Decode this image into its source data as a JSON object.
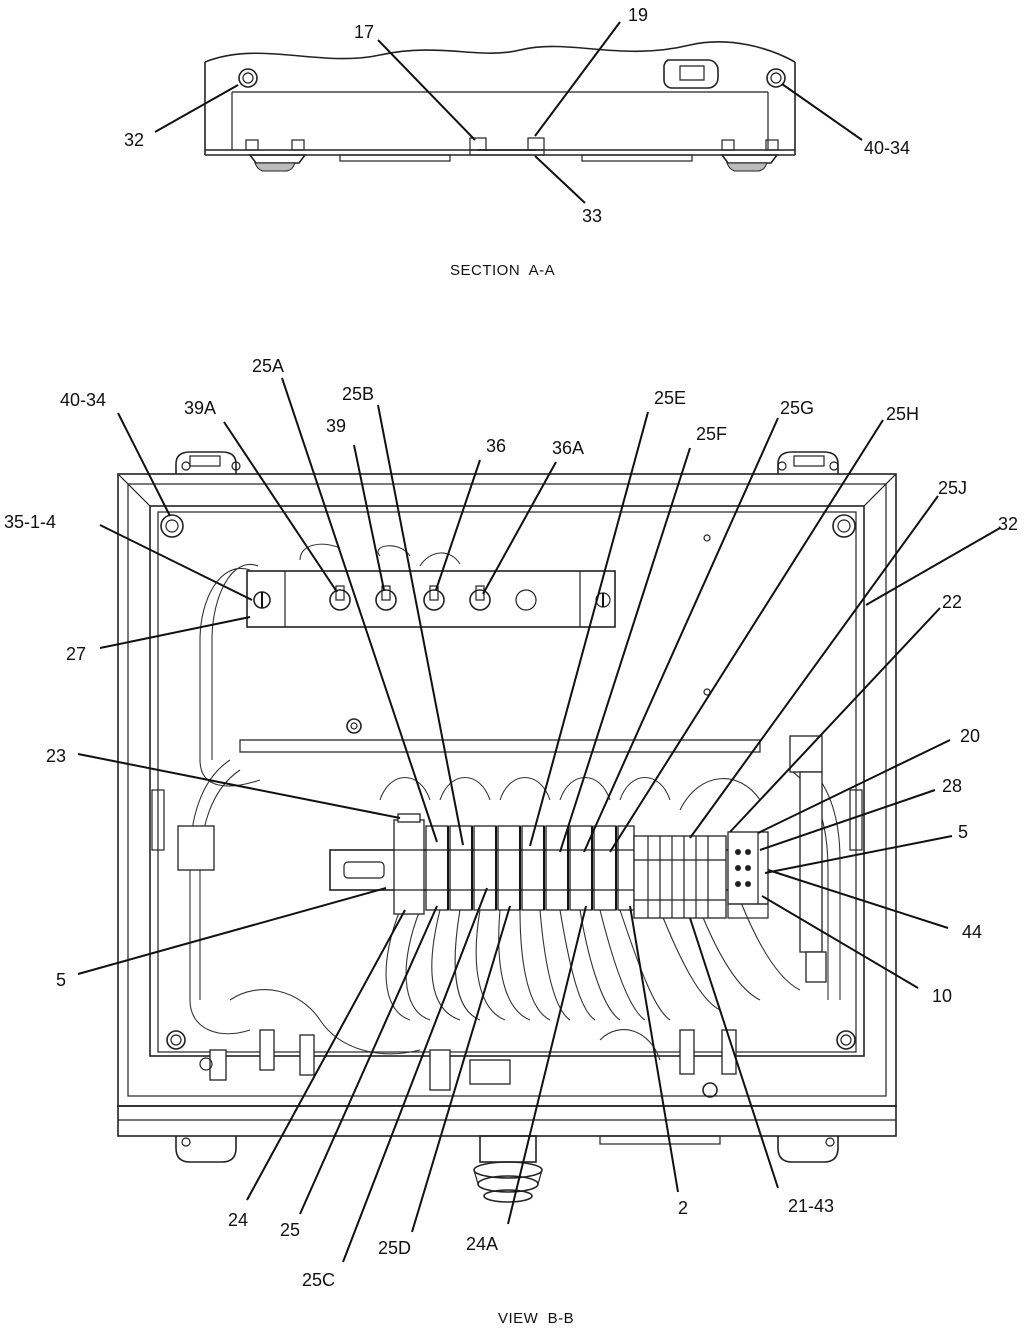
{
  "section_a": {
    "caption": "SECTION  A-A",
    "labels": [
      {
        "id": "sa-17",
        "text": "17"
      },
      {
        "id": "sa-19",
        "text": "19"
      },
      {
        "id": "sa-32",
        "text": "32"
      },
      {
        "id": "sa-40-34",
        "text": "40-34"
      },
      {
        "id": "sa-33",
        "text": "33"
      }
    ]
  },
  "view_b": {
    "caption": "VIEW  B-B",
    "labels": [
      {
        "id": "vb-25A",
        "text": "25A"
      },
      {
        "id": "vb-25B",
        "text": "25B"
      },
      {
        "id": "vb-40-34",
        "text": "40-34"
      },
      {
        "id": "vb-39A",
        "text": "39A"
      },
      {
        "id": "vb-39",
        "text": "39"
      },
      {
        "id": "vb-36",
        "text": "36"
      },
      {
        "id": "vb-36A",
        "text": "36A"
      },
      {
        "id": "vb-25E",
        "text": "25E"
      },
      {
        "id": "vb-25F",
        "text": "25F"
      },
      {
        "id": "vb-25G",
        "text": "25G"
      },
      {
        "id": "vb-25H",
        "text": "25H"
      },
      {
        "id": "vb-25J",
        "text": "25J"
      },
      {
        "id": "vb-32",
        "text": "32"
      },
      {
        "id": "vb-35-1-4",
        "text": "35-1-4"
      },
      {
        "id": "vb-22",
        "text": "22"
      },
      {
        "id": "vb-27",
        "text": "27"
      },
      {
        "id": "vb-23",
        "text": "23"
      },
      {
        "id": "vb-20",
        "text": "20"
      },
      {
        "id": "vb-28",
        "text": "28"
      },
      {
        "id": "vb-5a",
        "text": "5"
      },
      {
        "id": "vb-44",
        "text": "44"
      },
      {
        "id": "vb-5b",
        "text": "5"
      },
      {
        "id": "vb-10",
        "text": "10"
      },
      {
        "id": "vb-24",
        "text": "24"
      },
      {
        "id": "vb-25",
        "text": "25"
      },
      {
        "id": "vb-25C",
        "text": "25C"
      },
      {
        "id": "vb-25D",
        "text": "25D"
      },
      {
        "id": "vb-24A",
        "text": "24A"
      },
      {
        "id": "vb-2",
        "text": "2"
      },
      {
        "id": "vb-21-43",
        "text": "21-43"
      }
    ]
  }
}
